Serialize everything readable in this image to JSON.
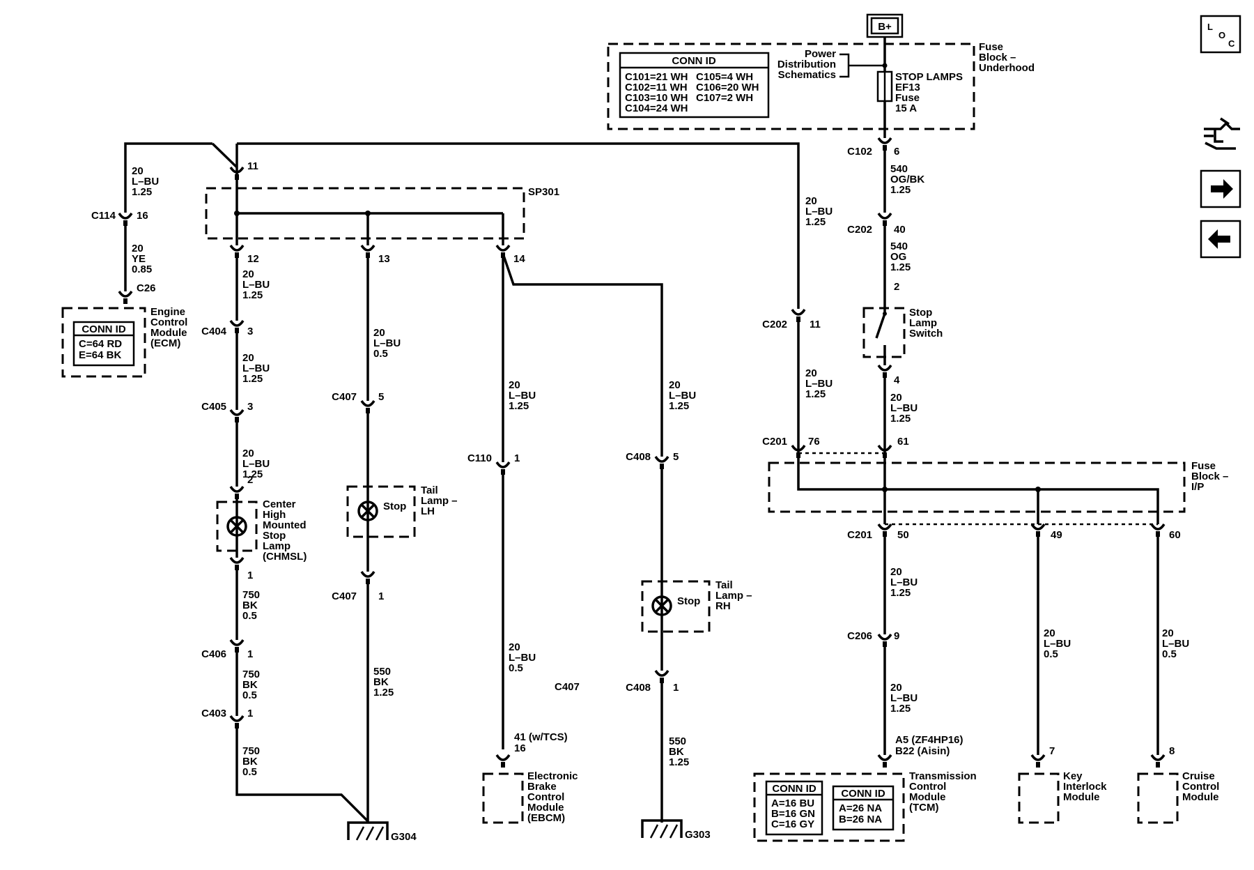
{
  "power": {
    "b_plus": "B+",
    "power_dist": [
      "Power",
      "Distribution",
      "Schematics"
    ],
    "fuse_block_underhood": [
      "Fuse",
      "Block –",
      "Underhood"
    ],
    "stop_lamps_fuse": [
      "STOP LAMPS",
      "EF13",
      "Fuse",
      "15 A"
    ],
    "conn_table": {
      "title": "CONN ID",
      "rows": [
        [
          "C101=21 WH",
          "C105=4 WH"
        ],
        [
          "C102=11 WH",
          "C106=20 WH"
        ],
        [
          "C103=10 WH",
          "C107=2 WH"
        ],
        [
          "C104=24 WH",
          ""
        ]
      ]
    }
  },
  "nav": {
    "loc_icon": "loc-icon",
    "loc_letters": [
      "L",
      "O",
      "C"
    ],
    "schematic_icon": "schematic-flow-icon",
    "next_icon": "arrow-right-icon",
    "prev_icon": "arrow-left-icon"
  },
  "connectors": {
    "c102": "C102",
    "c202a": "C202",
    "c202b": "C202",
    "c201a": "C201",
    "c201b": "C201",
    "c206": "C206",
    "c114": "C114",
    "c26": "C26",
    "c404": "C404",
    "c405": "C405",
    "c406": "C406",
    "c403": "C403",
    "c407a": "C407",
    "c407b": "C407",
    "c407c": "C407",
    "c110": "C110",
    "c408a": "C408",
    "c408b": "C408"
  },
  "pins": {
    "p_c102": "6",
    "p_c202a": "40",
    "p_switch_in": "2",
    "p_switch_out": "4",
    "p_c201_61": "61",
    "p_c201_76": "76",
    "p_c202_11": "11",
    "p_c201_50": "50",
    "p_c201_49": "49",
    "p_c201_60": "60",
    "p_c206": "9",
    "p_tcm_a": "A5 (ZF4HP16)",
    "p_tcm_b": "B22 (Aisin)",
    "p_key": "7",
    "p_cruise": "8",
    "p_sp11": "11",
    "p_sp12": "12",
    "p_sp13": "13",
    "p_sp14": "14",
    "p_c114": "16",
    "p_c404": "3",
    "p_c405": "3",
    "p_chmsl_in": "2",
    "p_chmsl_out": "1",
    "p_c406": "1",
    "p_c403": "1",
    "p_c407a": "5",
    "p_c407b": "1",
    "p_c110": "1",
    "p_ebcm": [
      "41 (w/TCS)",
      "16"
    ],
    "p_c408a": "5",
    "p_c408b": "1"
  },
  "wires": {
    "w540_obk": [
      "540",
      "OG/BK",
      "1.25"
    ],
    "w540_og": [
      "540",
      "OG",
      "1.25"
    ],
    "w_sw_out": [
      "20",
      "L–BU",
      "1.25"
    ],
    "w_lbu_long": [
      "20",
      "L–BU",
      "1.25"
    ],
    "w_lbu_c201": [
      "20",
      "L–BU",
      "1.25"
    ],
    "w_tcm_1": [
      "20",
      "L–BU",
      "1.25"
    ],
    "w_tcm_2": [
      "20",
      "L–BU",
      "1.25"
    ],
    "w_key": [
      "20",
      "L–BU",
      "0.5"
    ],
    "w_cruise": [
      "20",
      "L–BU",
      "0.5"
    ],
    "w_ecm_top": [
      "20",
      "L–BU",
      "1.25"
    ],
    "w_ecm_ye": [
      "20",
      "YE",
      "0.85"
    ],
    "w_12": [
      "20",
      "L–BU",
      "1.25"
    ],
    "w_404": [
      "20",
      "L–BU",
      "1.25"
    ],
    "w_405": [
      "20",
      "L–BU",
      "1.25"
    ],
    "w_chmsl_gnd1": [
      "750",
      "BK",
      "0.5"
    ],
    "w_chmsl_gnd2": [
      "750",
      "BK",
      "0.5"
    ],
    "w_chmsl_gnd3": [
      "750",
      "BK",
      "0.5"
    ],
    "w_13": [
      "20",
      "L–BU",
      "0.5"
    ],
    "w_lh_gnd": [
      "550",
      "BK",
      "1.25"
    ],
    "w_14": [
      "20",
      "L–BU",
      "1.25"
    ],
    "w_ebcm": [
      "20",
      "L–BU",
      "0.5"
    ],
    "w_rh_in": [
      "20",
      "L–BU",
      "1.25"
    ],
    "w_rh_gnd": [
      "550",
      "BK",
      "1.25"
    ]
  },
  "components": {
    "sp301": "SP301",
    "stop_switch": [
      "Stop",
      "Lamp",
      "Switch"
    ],
    "fuse_block_ip": [
      "Fuse",
      "Block –",
      "I/P"
    ],
    "ecm": [
      "Engine",
      "Control",
      "Module",
      "(ECM)"
    ],
    "ecm_conn": {
      "title": "CONN ID",
      "rows": [
        "C=64 RD",
        "E=64 BK"
      ]
    },
    "chmsl": [
      "Center",
      "High",
      "Mounted",
      "Stop",
      "Lamp",
      "(CHMSL)"
    ],
    "tail_lh": [
      "Tail",
      "Lamp –",
      "LH"
    ],
    "tail_rh": [
      "Tail",
      "Lamp –",
      "RH"
    ],
    "stop_label_lh": "Stop",
    "stop_label_rh": "Stop",
    "ebcm": [
      "Electronic",
      "Brake",
      "Control",
      "Module",
      "(EBCM)"
    ],
    "tcm": [
      "Transmission",
      "Control",
      "Module",
      "(TCM)"
    ],
    "tcm_conn1": {
      "title": "CONN ID",
      "rows": [
        "A=16 BU",
        "B=16 GN",
        "C=16 GY"
      ]
    },
    "tcm_conn2": {
      "title": "CONN ID",
      "rows": [
        "A=26 NA",
        "B=26 NA"
      ]
    },
    "key_interlock": [
      "Key",
      "Interlock",
      "Module"
    ],
    "cruise": [
      "Cruise",
      "Control",
      "Module"
    ],
    "g304": "G304",
    "g303": "G303",
    "c407_floating": "C407"
  }
}
